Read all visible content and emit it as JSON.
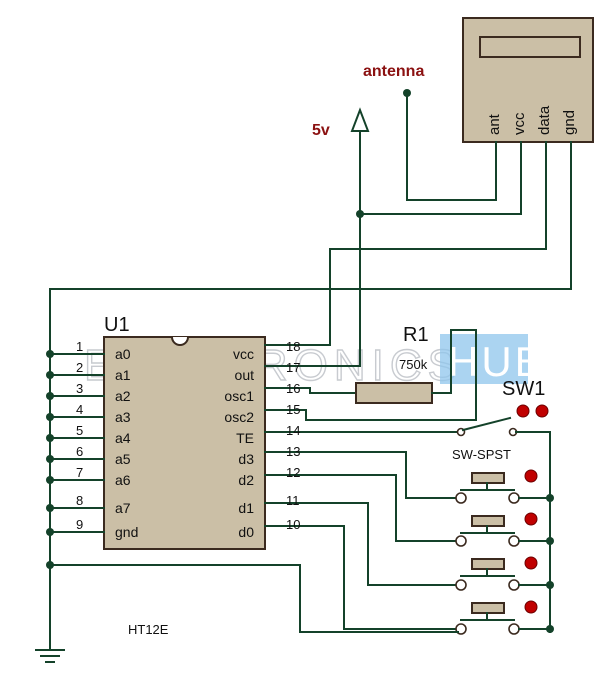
{
  "watermark": {
    "text_left": "ELECTRONICS",
    "text_right": "HUB"
  },
  "labels": {
    "antenna": "antenna",
    "vcc_symbol": "5v",
    "chip_ref": "U1",
    "chip_part": "HT12E",
    "resistor_ref": "R1",
    "resistor_value": "750k",
    "switch_ref": "SW1",
    "switch_part": "SW-SPST"
  },
  "rf_module": {
    "pins": [
      "ant",
      "vcc",
      "data",
      "gnd"
    ]
  },
  "chip_pins_left": [
    {
      "num": "1",
      "name": "a0"
    },
    {
      "num": "2",
      "name": "a1"
    },
    {
      "num": "3",
      "name": "a2"
    },
    {
      "num": "4",
      "name": "a3"
    },
    {
      "num": "5",
      "name": "a4"
    },
    {
      "num": "6",
      "name": "a5"
    },
    {
      "num": "7",
      "name": "a6"
    },
    {
      "num": "8",
      "name": "a7"
    },
    {
      "num": "9",
      "name": "gnd"
    }
  ],
  "chip_pins_right": [
    {
      "num": "18",
      "name": "vcc"
    },
    {
      "num": "17",
      "name": "out"
    },
    {
      "num": "16",
      "name": "osc1"
    },
    {
      "num": "15",
      "name": "osc2"
    },
    {
      "num": "14",
      "name": "TE"
    },
    {
      "num": "13",
      "name": "d3"
    },
    {
      "num": "12",
      "name": "d2"
    },
    {
      "num": "11",
      "name": "d1"
    },
    {
      "num": "10",
      "name": "d0"
    }
  ]
}
